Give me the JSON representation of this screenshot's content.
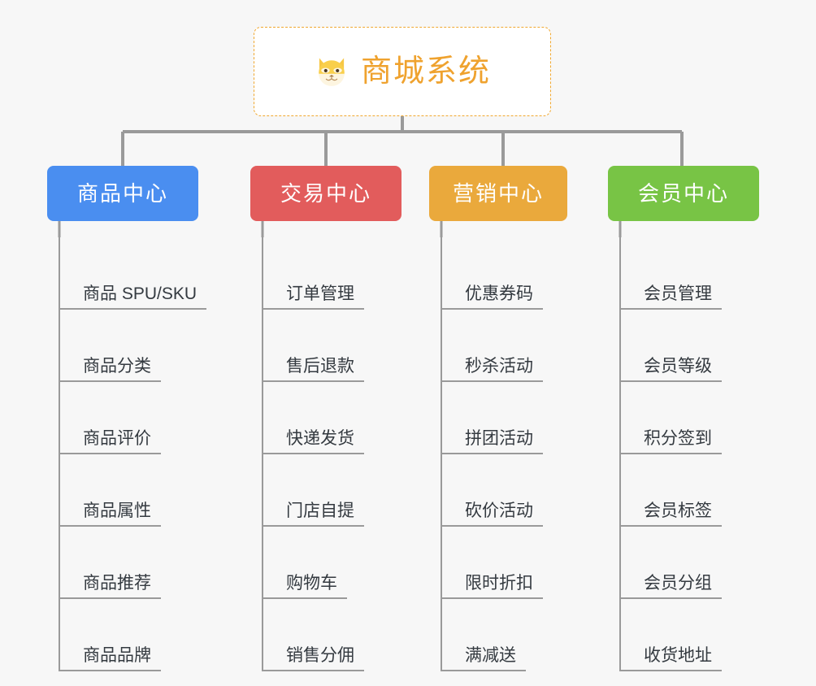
{
  "page": {
    "background_color": "#f7f7f7",
    "line_color": "#9a9a9a"
  },
  "root": {
    "title": "商城系统",
    "icon": "shiba-dog-face-icon",
    "text_color": "#efa22e",
    "border_color": "#f0a830",
    "background_color": "#ffffff"
  },
  "categories": [
    {
      "label": "商品中心",
      "color": "#4a8ef0",
      "items": [
        "商品 SPU/SKU",
        "商品分类",
        "商品评价",
        "商品属性",
        "商品推荐",
        "商品品牌"
      ]
    },
    {
      "label": "交易中心",
      "color": "#e25c5c",
      "items": [
        "订单管理",
        "售后退款",
        "快递发货",
        "门店自提",
        "购物车",
        "销售分佣"
      ]
    },
    {
      "label": "营销中心",
      "color": "#eaa93c",
      "items": [
        "优惠券码",
        "秒杀活动",
        "拼团活动",
        "砍价活动",
        "限时折扣",
        "满减送"
      ]
    },
    {
      "label": "会员中心",
      "color": "#78c445",
      "items": [
        "会员管理",
        "会员等级",
        "积分签到",
        "会员标签",
        "会员分组",
        "收货地址"
      ]
    }
  ]
}
